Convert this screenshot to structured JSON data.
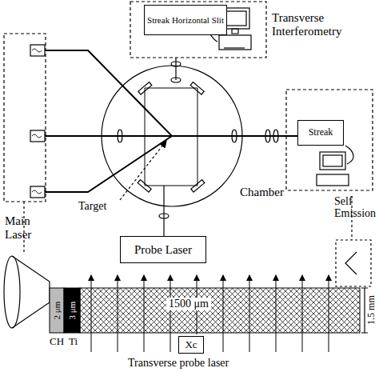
{
  "diagram": {
    "nodes": [
      {
        "text": [
          "Streak Horizontal Slit"
        ]
      },
      {
        "text": [
          "Streak"
        ]
      },
      {
        "text": [
          "Probe Laser"
        ]
      },
      {
        "text": [
          "Xc"
        ]
      }
    ],
    "labels": [
      "Transverse Interferometry",
      "Self Emission",
      "Chamber",
      "Target",
      "Main Laser",
      "CH",
      "Ti",
      "2 μm",
      "3 μm",
      "1500 μm",
      "1.5 mm",
      "Transverse probe laser"
    ]
  }
}
